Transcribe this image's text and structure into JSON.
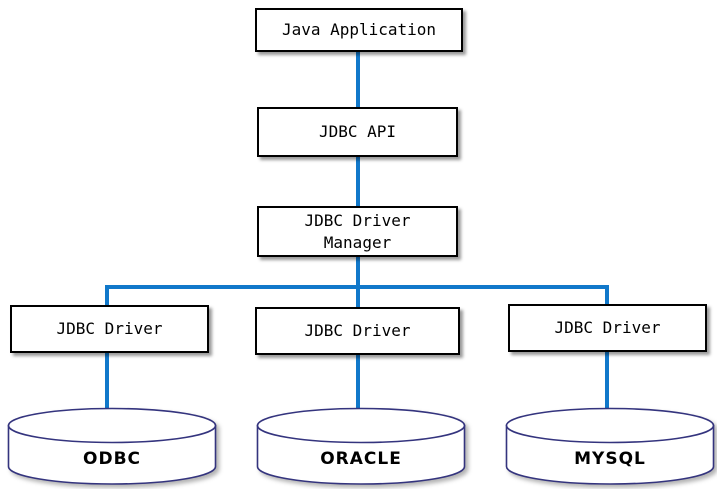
{
  "nodes": {
    "java_application": {
      "label": "Java Application"
    },
    "jdbc_api": {
      "label": "JDBC API"
    },
    "jdbc_driver_manager": {
      "label": "JDBC Driver Manager"
    },
    "jdbc_driver_1": {
      "label": "JDBC Driver"
    },
    "jdbc_driver_2": {
      "label": "JDBC Driver"
    },
    "jdbc_driver_3": {
      "label": "JDBC Driver"
    },
    "db_odbc": {
      "label": "ODBC"
    },
    "db_oracle": {
      "label": "ORACLE"
    },
    "db_mysql": {
      "label": "MYSQL"
    }
  },
  "colors": {
    "connector_blue": "#1178CA",
    "box_border": "#000000",
    "box_fill": "#FFFFFF",
    "cylinder_outline": "#34347E",
    "text": "#000000",
    "background": "#FFFFFF"
  }
}
